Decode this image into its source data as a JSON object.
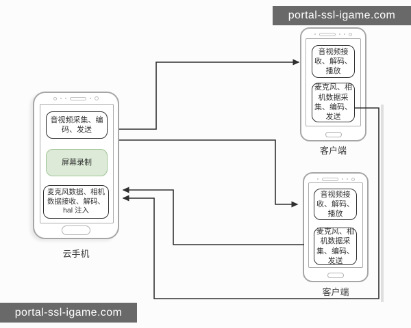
{
  "watermarks": {
    "top_right": "portal-ssl-igame.com",
    "bottom_left": "portal-ssl-igame.com"
  },
  "cloud_phone": {
    "label": "云手机",
    "boxes": [
      {
        "text": "音视频采集、编\n码、发送"
      },
      {
        "text": "屏幕录制",
        "highlight": true
      },
      {
        "text": "麦克风数据、相机\n数据接收、解码、\nhal 注入"
      }
    ]
  },
  "client_top": {
    "label": "客户端",
    "boxes": [
      {
        "text": "音视频接\n收、解码、\n播放"
      },
      {
        "text": "麦克风、相\n机数据采\n集、编码、\n发送"
      }
    ]
  },
  "client_bottom": {
    "label": "客户端",
    "boxes": [
      {
        "text": "音视频接\n收、解码、\n播放"
      },
      {
        "text": "麦克风、相\n机数据采\n集、编码、\n发送"
      }
    ]
  },
  "connections": [
    {
      "from": "云手机：音视频采集、编码、发送",
      "to": "客户端(上)：音视频接收、解码、播放"
    },
    {
      "from": "云手机：音视频采集、编码、发送",
      "to": "客户端(下)：音视频接收、解码、播放"
    },
    {
      "from": "客户端(下)：麦克风、相机数据采集、编码、发送",
      "to": "云手机：麦克风数据、相机数据接收、解码、hal 注入"
    },
    {
      "from": "客户端(上)：麦克风、相机数据采集、编码、发送",
      "to": "云手机：麦克风数据、相机数据接收、解码、hal 注入"
    }
  ],
  "colors": {
    "highlight_fill": "#dcead7",
    "highlight_border": "#9fc496",
    "line": "#2f2f2f",
    "watermark_bg": "#696969",
    "phone_outline": "#a6a6a6"
  }
}
